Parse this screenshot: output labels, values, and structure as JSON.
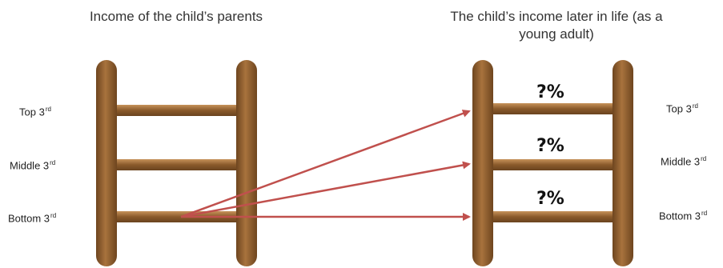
{
  "titles": {
    "left": "Income of the child’s parents",
    "right": "The child’s income later in life (as a young adult)"
  },
  "left_labels": [
    {
      "base": "Top 3",
      "sup": "rd"
    },
    {
      "base": "Middle 3",
      "sup": "rd"
    },
    {
      "base": "Bottom 3",
      "sup": "rd"
    }
  ],
  "right_labels": [
    {
      "base": "Top 3",
      "sup": "rd"
    },
    {
      "base": "Middle 3",
      "sup": "rd"
    },
    {
      "base": "Bottom 3",
      "sup": "rd"
    }
  ],
  "unknown_shares": [
    "?%",
    "?%",
    "?%"
  ],
  "colors": {
    "ladder_wood": "#8a5a2b",
    "arrow": "#c0504d"
  }
}
